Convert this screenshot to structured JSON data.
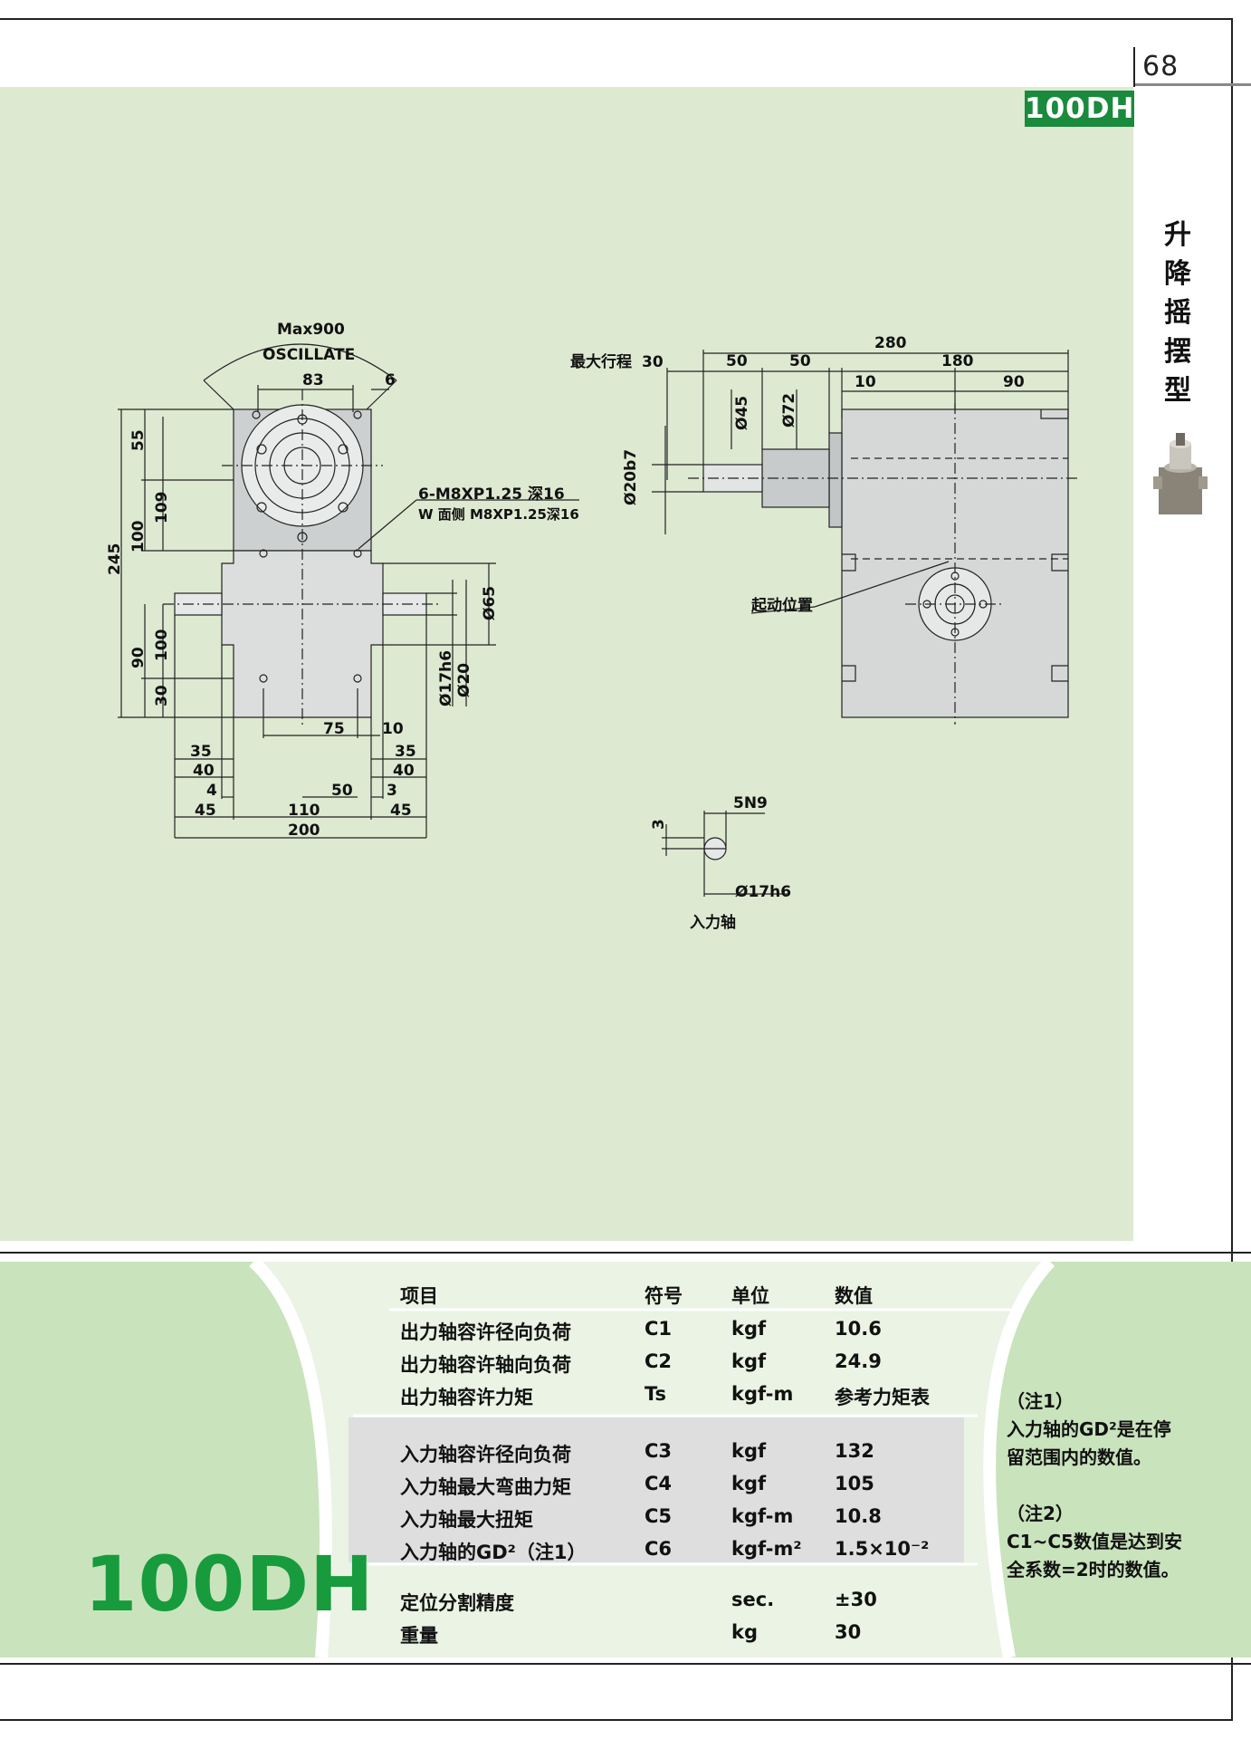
{
  "page": {
    "number": "68",
    "model_tab": "100DH",
    "category_vertical": [
      "升",
      "降",
      "摇",
      "摆",
      "型"
    ]
  },
  "drawing": {
    "front": {
      "oscillate_max": "Max900",
      "oscillate_label": "OSCILLATE",
      "dim_83": "83",
      "dim_6": "6",
      "dim_55": "55",
      "dim_109": "109",
      "dim_100a": "100",
      "dim_245": "245",
      "dim_90": "90",
      "dim_100b": "100",
      "dim_30": "30",
      "note_tap": "6-M8XP1.25 深16",
      "note_tap_side": "W 面侧 M8XP1.25深16",
      "dim_d65": "Ø65",
      "dim_d17h6": "Ø17h6",
      "dim_d20": "Ø20",
      "dim_75": "75",
      "dim_10": "10",
      "dim_35a": "35",
      "dim_40a": "40",
      "dim_4": "4",
      "dim_45a": "45",
      "dim_35b": "35",
      "dim_40b": "40",
      "dim_3": "3",
      "dim_45b": "45",
      "dim_50": "50",
      "dim_110": "110",
      "dim_200": "200"
    },
    "side": {
      "stroke_label": "最大行程",
      "dim_30": "30",
      "dim_280": "280",
      "dim_50a": "50",
      "dim_50b": "50",
      "dim_180": "180",
      "dim_10": "10",
      "dim_90": "90",
      "dim_d45": "Ø45",
      "dim_d72": "Ø72",
      "dim_d20b7": "Ø20b7",
      "start_pos": "起动位置"
    },
    "shaft": {
      "key": "5N9",
      "dim_3": "3",
      "dim_d17h6": "Ø17h6",
      "label": "入力轴"
    }
  },
  "specs": {
    "model": "100DH",
    "headers": {
      "item": "项目",
      "symbol": "符号",
      "unit": "单位",
      "value": "数值"
    },
    "rows": [
      {
        "item": "出力轴容许径向负荷",
        "symbol": "C1",
        "unit": "kgf",
        "value": "10.6"
      },
      {
        "item": "出力轴容许轴向负荷",
        "symbol": "C2",
        "unit": "kgf",
        "value": "24.9"
      },
      {
        "item": "出力轴容许力矩",
        "symbol": "Ts",
        "unit": "kgf-m",
        "value": "参考力矩表"
      },
      {
        "item": "入力轴容许径向负荷",
        "symbol": "C3",
        "unit": "kgf",
        "value": "132"
      },
      {
        "item": "入力轴最大弯曲力矩",
        "symbol": "C4",
        "unit": "kgf",
        "value": "105"
      },
      {
        "item": "入力轴最大扭矩",
        "symbol": "C5",
        "unit": "kgf-m",
        "value": "10.8"
      },
      {
        "item": "入力轴的GD²（注1）",
        "symbol": "C6",
        "unit": "kgf-m²",
        "value": "1.5×10⁻²"
      },
      {
        "item": "定位分割精度",
        "symbol": "",
        "unit": "sec.",
        "value": "±30"
      },
      {
        "item": "重量",
        "symbol": "",
        "unit": "kg",
        "value": "30"
      }
    ],
    "notes": [
      {
        "title": "（注1）",
        "text": "入力轴的GD²是在停留范围内的数值。"
      },
      {
        "title": "（注2）",
        "text": "C1~C5数值是达到安 全系数=2时的数值。"
      }
    ]
  },
  "colors": {
    "panel": "#dde9d1",
    "brand_green": "#1a8a3c",
    "model_green": "#179b3c",
    "band_green": "#c9e3bd"
  }
}
